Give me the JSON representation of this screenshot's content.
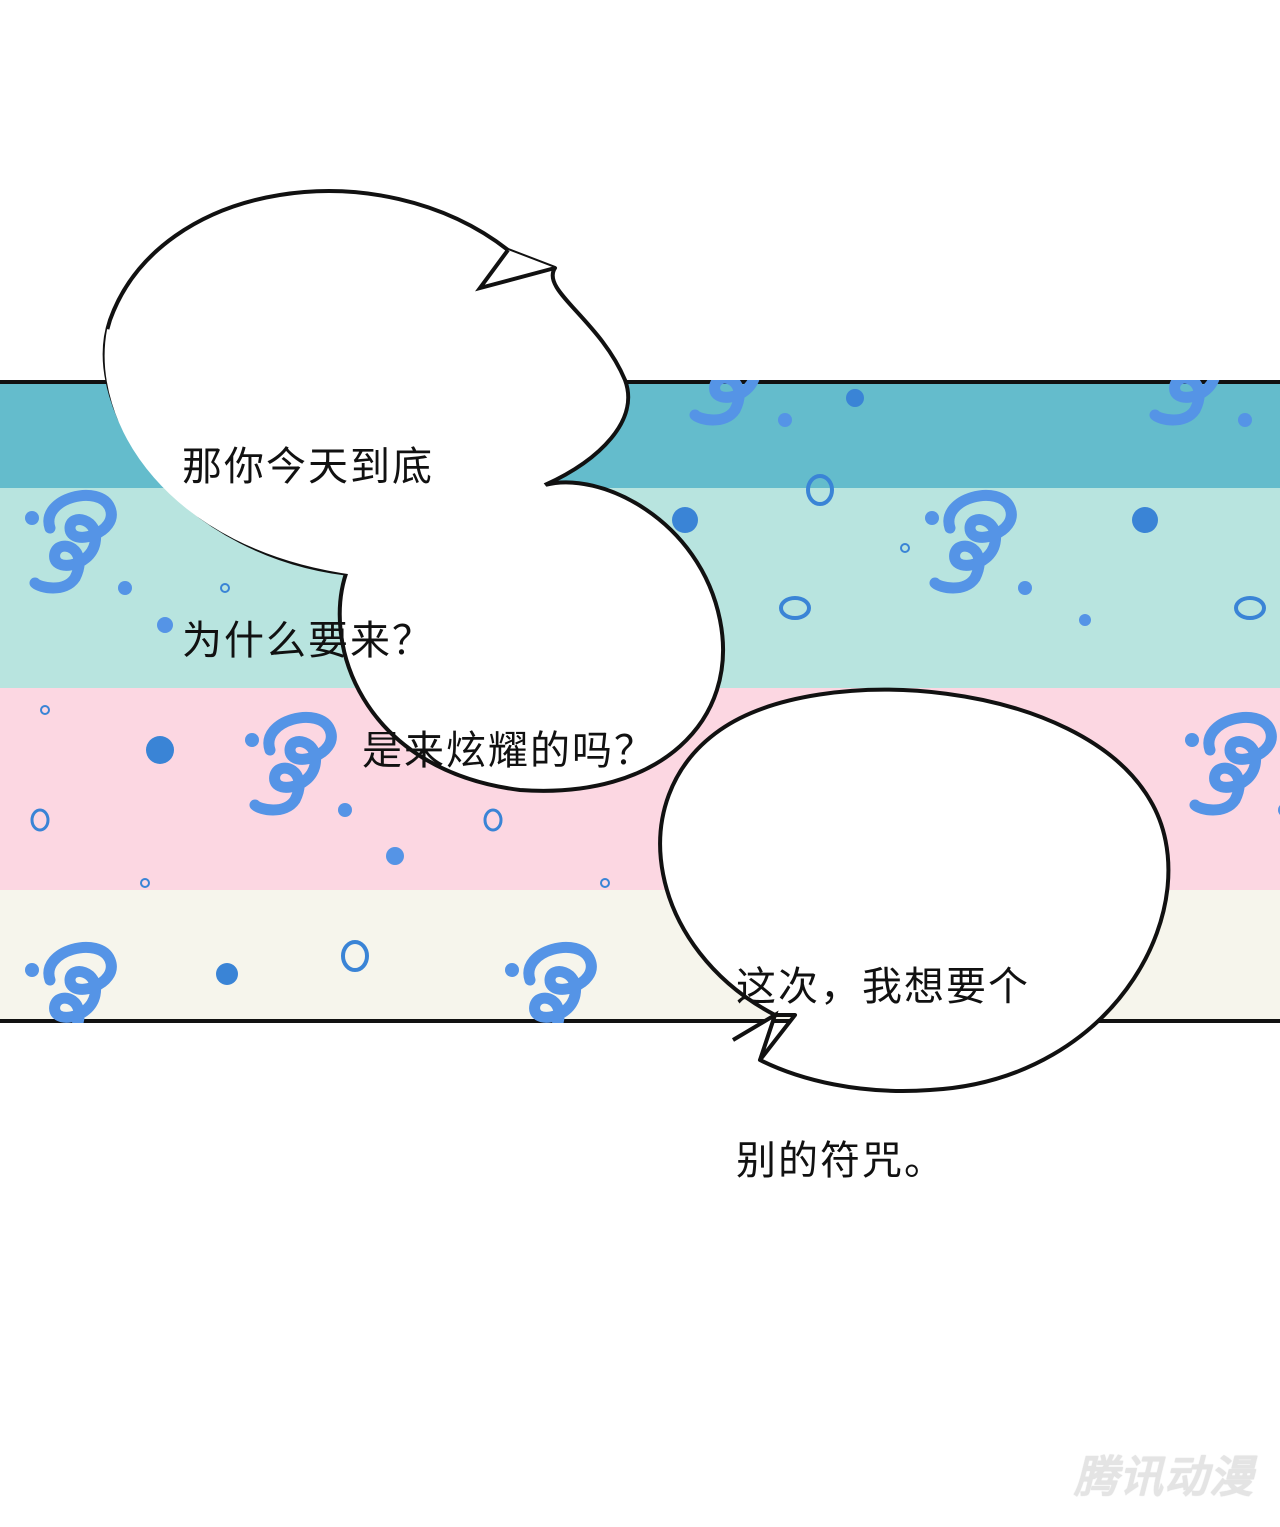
{
  "comic": {
    "bubbles": [
      {
        "id": "bubble-1",
        "lines": [
          "那你今天到底",
          "为什么要来？"
        ]
      },
      {
        "id": "bubble-2",
        "lines": [
          "是来炫耀的吗？"
        ]
      },
      {
        "id": "bubble-3",
        "lines": [
          "这次，我想要个",
          "别的符咒。"
        ]
      }
    ],
    "background_bands": [
      {
        "name": "teal",
        "color": "#64bccc"
      },
      {
        "name": "mint",
        "color": "#b8e4df"
      },
      {
        "name": "pink",
        "color": "#fcd7e2"
      },
      {
        "name": "cream",
        "color": "#f6f5ec"
      }
    ],
    "pattern_color": "#5594e6",
    "watermark": "腾讯动漫"
  }
}
